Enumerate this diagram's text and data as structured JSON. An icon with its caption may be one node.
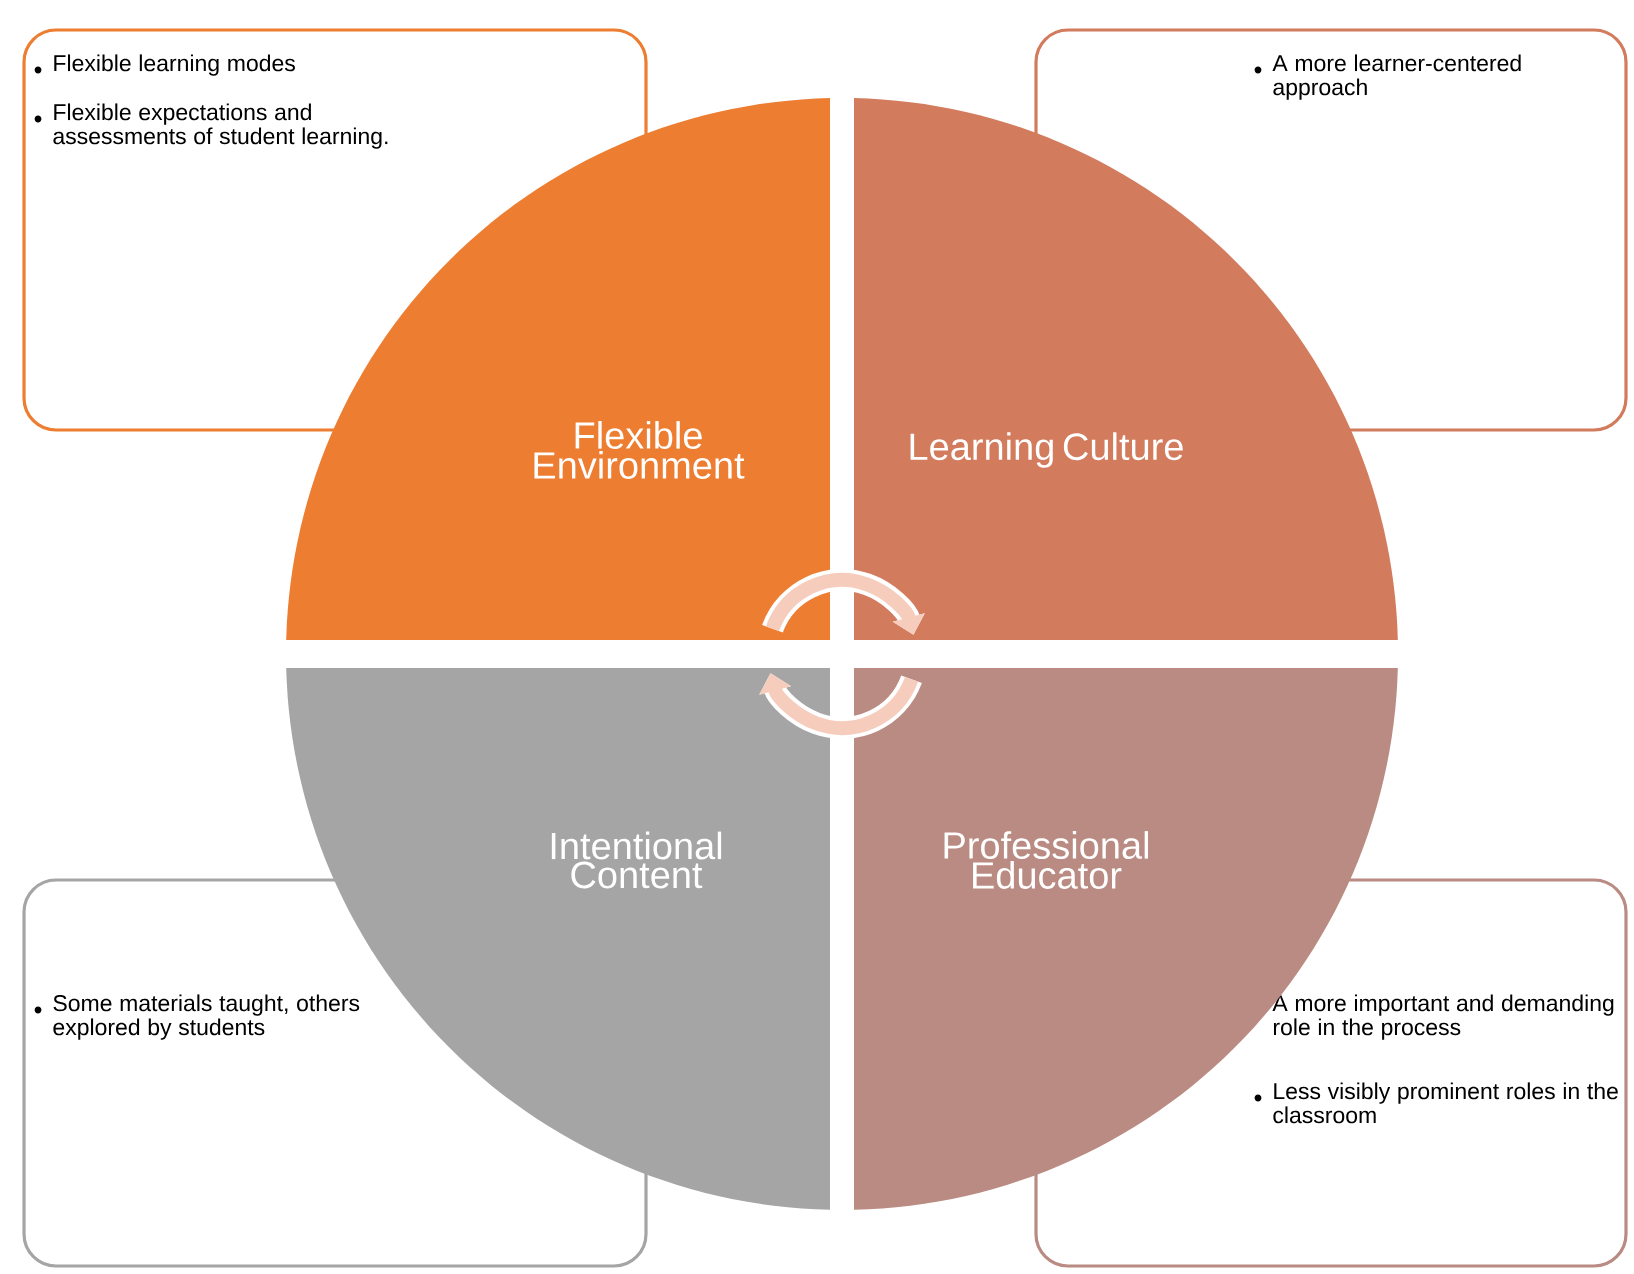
{
  "diagram": {
    "nodes": [
      {
        "text": [
          "Flexible learning modes",
          "Flexible expectations and assessments of student learning."
        ]
      },
      {
        "text": [
          "A more learner-centered approach"
        ]
      },
      {
        "text": [
          "Flexible Environment"
        ]
      },
      {
        "text": [
          "Learning Culture"
        ]
      },
      {
        "text": [
          "Intentional Content"
        ]
      },
      {
        "text": [
          "Professional Educator"
        ]
      },
      {
        "text": [
          "Some materials taught, others explored by students"
        ]
      },
      {
        "text": [
          "A more important and demanding role in the process",
          "Less visibly prominent roles in the classroom"
        ]
      }
    ],
    "edges": [
      {
        "from": 2,
        "to": 3,
        "arrow": "to"
      },
      {
        "from": 5,
        "to": 4,
        "arrow": "to"
      }
    ]
  }
}
